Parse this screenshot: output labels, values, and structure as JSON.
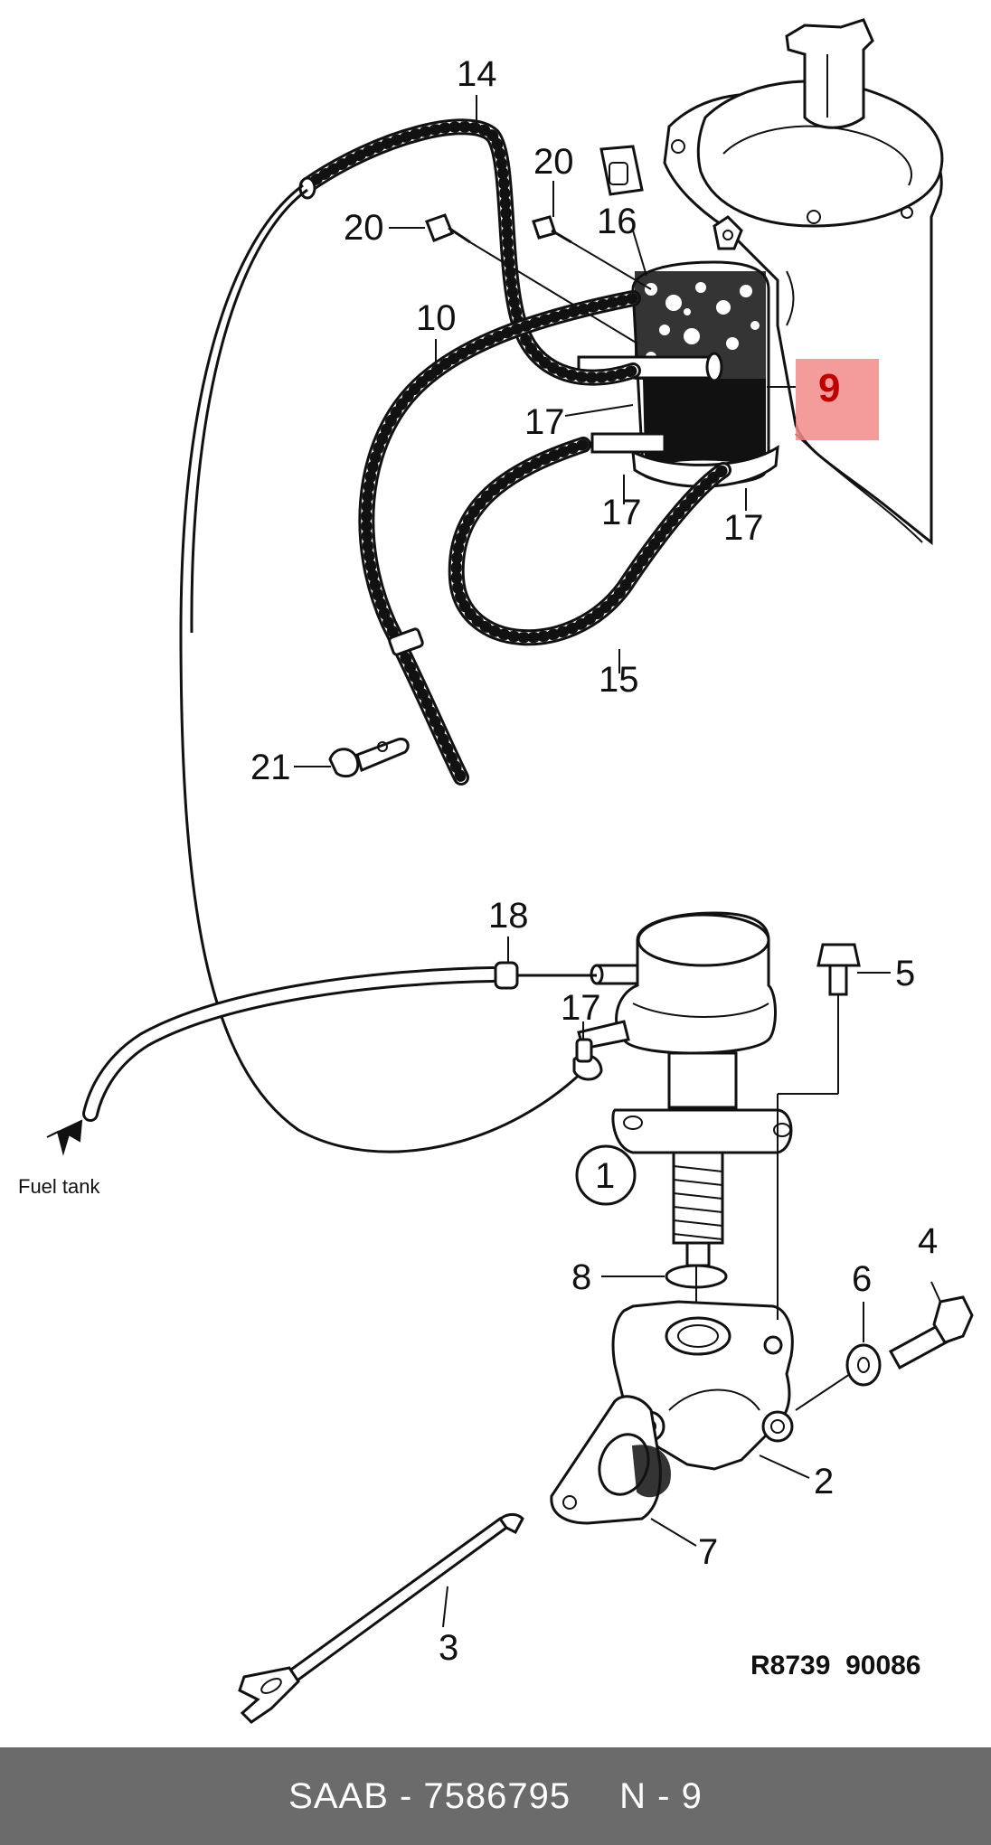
{
  "diagram": {
    "callouts": {
      "c14": "14",
      "c20a": "20",
      "c20b": "20",
      "c16": "16",
      "c10": "10",
      "c9": "9",
      "c17a": "17",
      "c17b": "17",
      "c17c": "17",
      "c15": "15",
      "c21": "21",
      "c18": "18",
      "c5": "5",
      "c17d": "17",
      "c1": "1",
      "c8": "8",
      "c6": "6",
      "c4": "4",
      "c2": "2",
      "c7": "7",
      "c3": "3"
    },
    "fuel_tank_label": "Fuel tank",
    "reference_code": "R8739  90086",
    "highlighted_part": "9",
    "highlight_color": "#f28b8b"
  },
  "footer": {
    "brand_part": "SAAB - 7586795",
    "position": "N - 9"
  }
}
